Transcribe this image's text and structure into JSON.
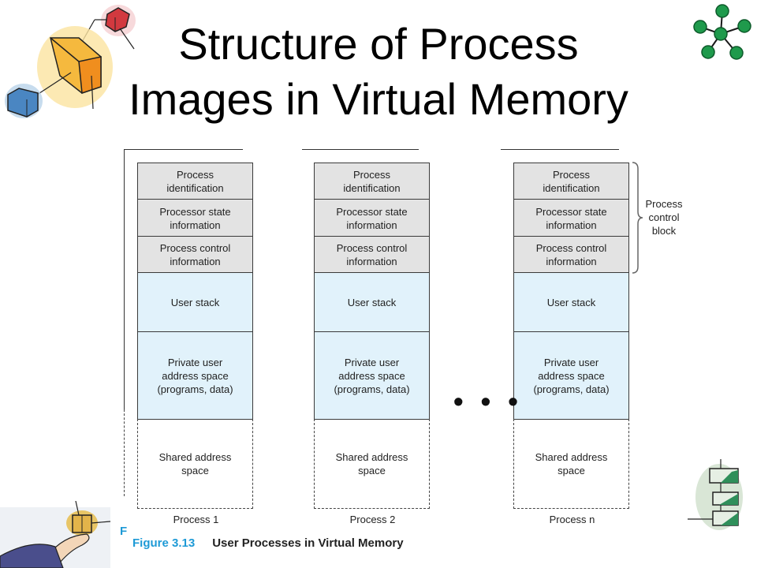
{
  "slide": {
    "title_line1": "Structure of Process",
    "title_line2": "Images in Virtual Memory"
  },
  "diagram": {
    "processes": [
      {
        "label": "Process 1",
        "segments": [
          {
            "kind": "pcb",
            "text": "Process\nidentification"
          },
          {
            "kind": "pcb",
            "text": "Processor state\ninformation"
          },
          {
            "kind": "pcb",
            "text": "Process control\ninformation"
          },
          {
            "kind": "user",
            "text": "User stack"
          },
          {
            "kind": "user",
            "text": "Private user\naddress space\n(programs, data)"
          },
          {
            "kind": "shared",
            "text": "Shared address\nspace"
          }
        ]
      },
      {
        "label": "Process 2",
        "segments": [
          {
            "kind": "pcb",
            "text": "Process\nidentification"
          },
          {
            "kind": "pcb",
            "text": "Processor state\ninformation"
          },
          {
            "kind": "pcb",
            "text": "Process control\ninformation"
          },
          {
            "kind": "user",
            "text": "User stack"
          },
          {
            "kind": "user",
            "text": "Private user\naddress space\n(programs, data)"
          },
          {
            "kind": "shared",
            "text": "Shared address\nspace"
          }
        ]
      },
      {
        "label": "Process n",
        "segments": [
          {
            "kind": "pcb",
            "text": "Process\nidentification"
          },
          {
            "kind": "pcb",
            "text": "Processor state\ninformation"
          },
          {
            "kind": "pcb",
            "text": "Process control\ninformation"
          },
          {
            "kind": "user",
            "text": "User stack"
          },
          {
            "kind": "user",
            "text": "Private user\naddress space\n(programs, data)"
          },
          {
            "kind": "shared",
            "text": "Shared address\nspace"
          }
        ]
      }
    ],
    "ellipsis": "• • •",
    "brace_label": "Process\ncontrol\nblock",
    "caption_stray": "F",
    "caption_number": "Figure 3.13",
    "caption_text": "User Processes in Virtual Memory",
    "colors": {
      "pcb_fill": "#e3e3e3",
      "user_fill": "#e1f2fb",
      "caption_accent": "#1e9ad6"
    }
  },
  "decorations": {
    "top_left": "cubes-clipart-icon",
    "top_right": "network-star-icon",
    "bottom_left": "hand-holding-cube-clipart-icon",
    "bottom_right": "stacked-blocks-clipart-icon"
  }
}
